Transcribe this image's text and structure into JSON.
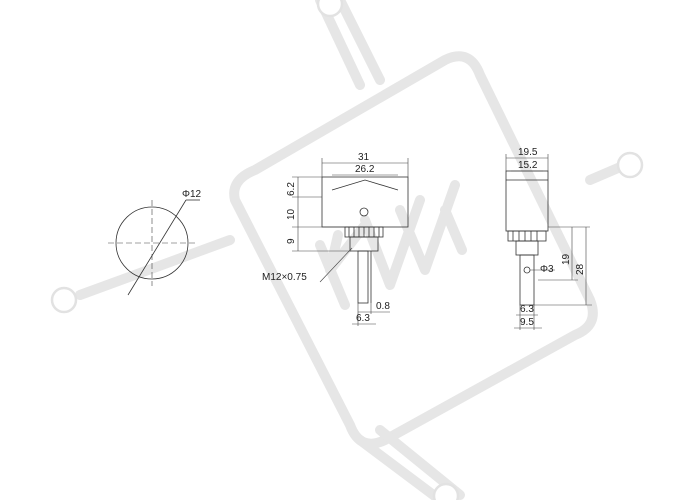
{
  "watermark": {
    "logo_text": "КИЦ",
    "color": "#e6e6e6"
  },
  "dimensions": {
    "circle_diameter": "Φ12",
    "width_total": "31",
    "width_inner": "26.2",
    "h_top": "6.2",
    "h_mid": "10",
    "h_low": "9",
    "thread": "M12×0.75",
    "terminal_thickness": "0.8",
    "terminal_width_front": "6.3",
    "side_width_total": "19.5",
    "side_width_inner": "15.2",
    "side_hole": "Φ3",
    "side_height_inner": "19",
    "side_height_total": "28",
    "side_terminal_width": "6.3",
    "side_bottom_width": "9.5"
  },
  "colors": {
    "line": "#333333",
    "background": "#ffffff"
  }
}
